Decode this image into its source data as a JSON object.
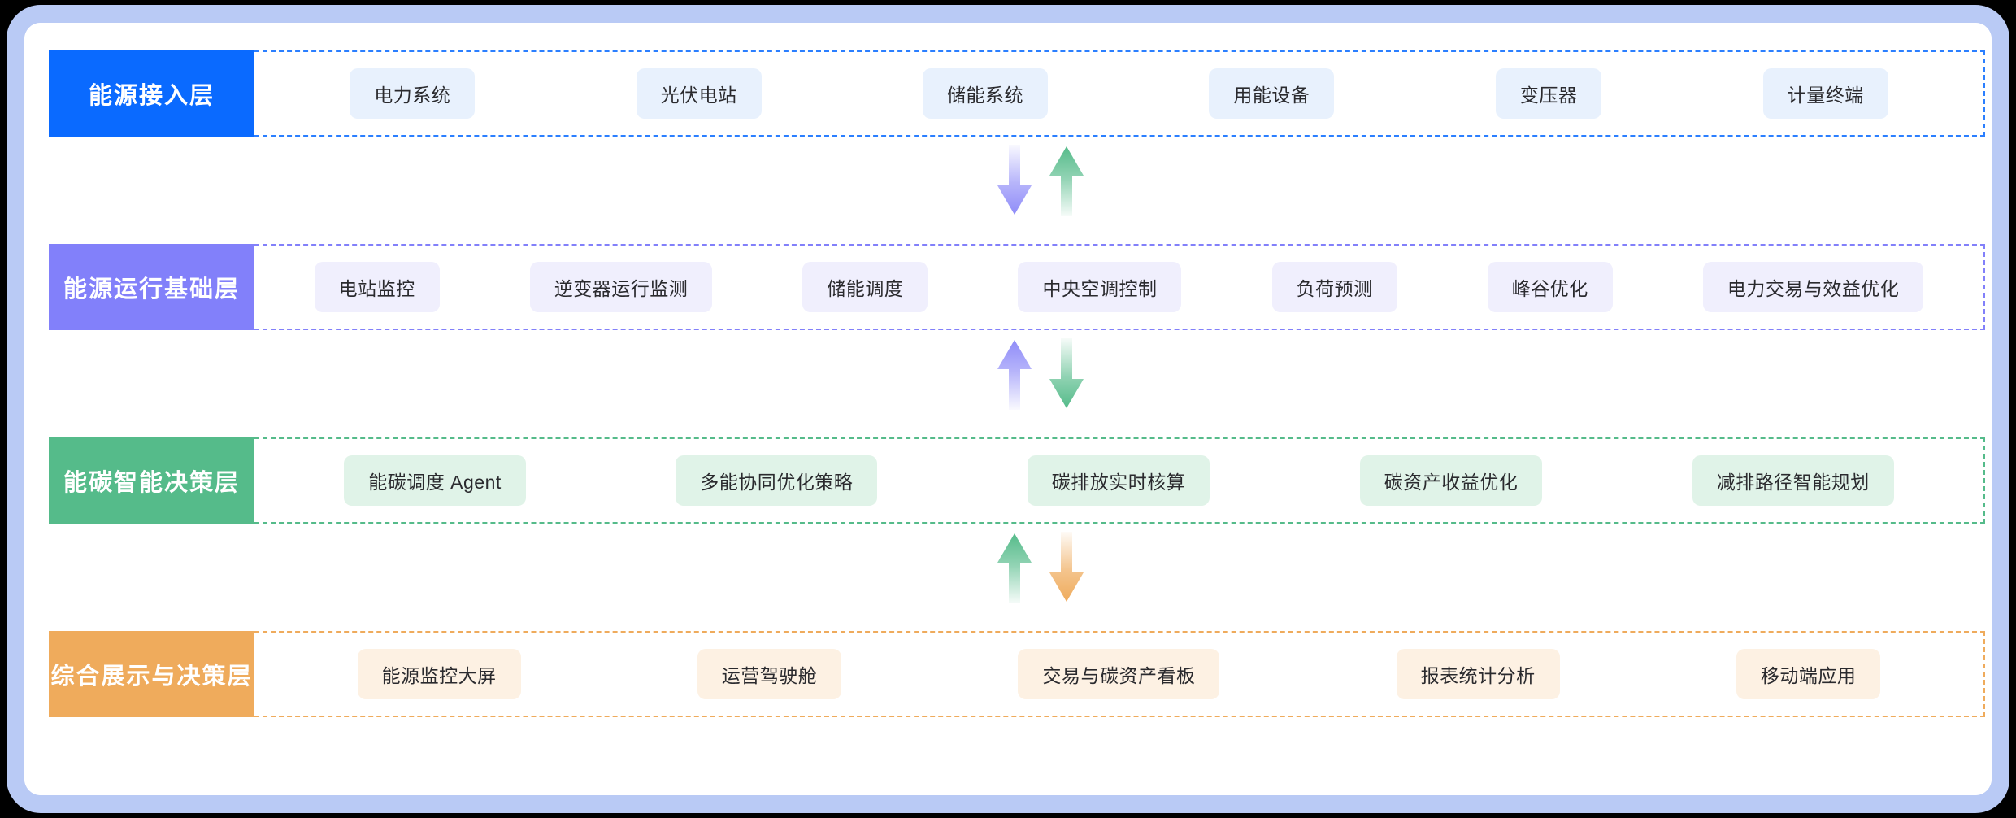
{
  "diagram": {
    "title": "energy-carbon-platform-architecture",
    "frame_color": "#b9caf5",
    "layers": [
      {
        "id": "energy-access",
        "header": "能源接入层",
        "header_color": "#0a6aff",
        "chip_color": "#e8f1fd",
        "border_color": "#2b7fff",
        "chips": [
          "电力系统",
          "光伏电站",
          "储能系统",
          "用能设备",
          "变压器",
          "计量终端"
        ]
      },
      {
        "id": "energy-operation-base",
        "header": "能源运行基础层",
        "header_color": "#8280fa",
        "chip_color": "#f0effd",
        "border_color": "#8280fa",
        "chips": [
          "电站监控",
          "逆变器运行监测",
          "储能调度",
          "中央空调控制",
          "负荷预测",
          "峰谷优化",
          "电力交易与效益优化"
        ]
      },
      {
        "id": "energy-carbon-decision",
        "header": "能碳智能决策层",
        "header_color": "#55bb8a",
        "chip_color": "#e0f3e8",
        "border_color": "#55bb8a",
        "chips": [
          "能碳调度 Agent",
          "多能协同优化策略",
          "碳排放实时核算",
          "碳资产收益优化",
          "减排路径智能规划"
        ]
      },
      {
        "id": "integrated-display-decision",
        "header": "综合展示与决策层",
        "header_color": "#efab5c",
        "chip_color": "#fdf1e3",
        "border_color": "#efab5c",
        "chips": [
          "能源监控大屏",
          "运营驾驶舱",
          "交易与碳资产看板",
          "报表统计分析",
          "移动端应用"
        ]
      }
    ],
    "connectors": [
      {
        "id": "access-to-operation",
        "left_arrow": {
          "direction": "down",
          "color": "#8f8cf8",
          "name": "down-arrow-purple"
        },
        "right_arrow": {
          "direction": "up",
          "color": "#55bb8a",
          "name": "up-arrow-green"
        }
      },
      {
        "id": "operation-to-decision",
        "left_arrow": {
          "direction": "up",
          "color": "#8f8cf8",
          "name": "up-arrow-purple"
        },
        "right_arrow": {
          "direction": "down",
          "color": "#55bb8a",
          "name": "down-arrow-green"
        }
      },
      {
        "id": "decision-to-display",
        "left_arrow": {
          "direction": "up",
          "color": "#55bb8a",
          "name": "up-arrow-green"
        },
        "right_arrow": {
          "direction": "down",
          "color": "#efab5c",
          "name": "down-arrow-orange"
        }
      }
    ]
  }
}
